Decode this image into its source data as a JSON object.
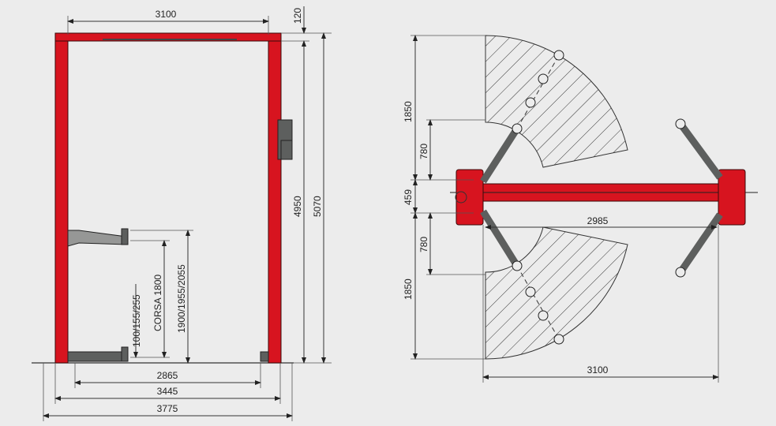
{
  "colors": {
    "lift_red": "#d7141f",
    "arm_gray": "#5d5f5e",
    "background": "#ececec"
  },
  "front_view": {
    "dims": {
      "inner_width": "3100",
      "top_beam": "120",
      "clearance_height": "4950",
      "overall_height": "5070",
      "arm_low": "100/155/255",
      "corsa": "CORSA 1800",
      "lift_height": "1900/1955/2055",
      "inner_base": "2865",
      "outer_posts": "3445",
      "overall_width": "3775"
    }
  },
  "top_view": {
    "dims": {
      "arm_reach_top": "1850",
      "arm_offset_top": "780",
      "beam_width": "459",
      "arm_offset_bottom": "780",
      "arm_reach_bottom": "1850",
      "beam_length": "2985",
      "overall_width": "3100"
    }
  }
}
